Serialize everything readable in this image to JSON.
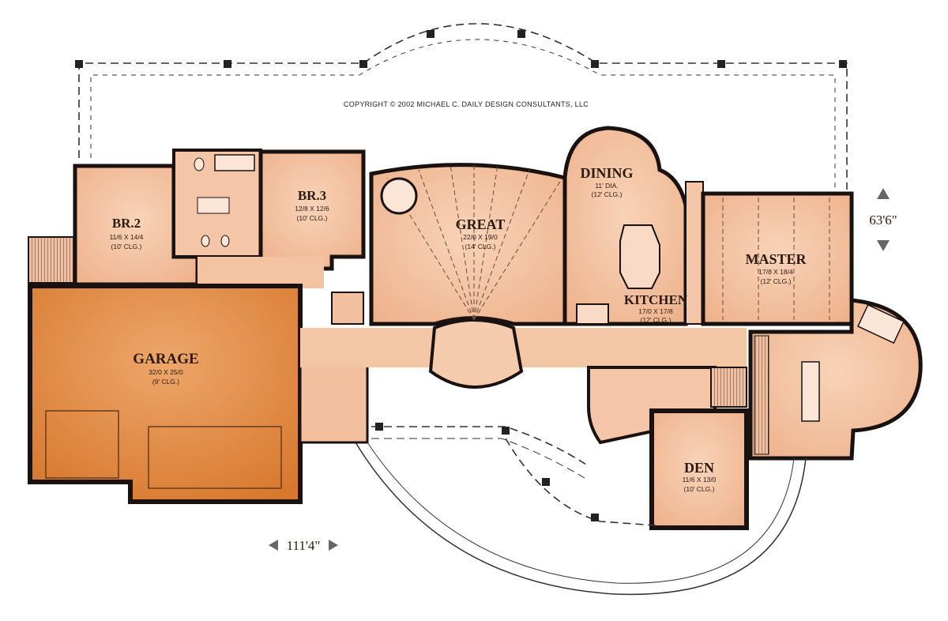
{
  "copyright": "COPYRIGHT © 2002 MICHAEL C. DAILY DESIGN CONSULTANTS, LLC",
  "overall_width": "111'4\"",
  "overall_depth": "63'6\"",
  "rooms": {
    "br2": {
      "name": "BR.2",
      "size": "11/6 X 14/4",
      "ceiling": "(10' CLG.)"
    },
    "br3": {
      "name": "BR.3",
      "size": "12/8 X 12/6",
      "ceiling": "(10' CLG.)"
    },
    "great": {
      "name": "GREAT",
      "size": "22/0 X 19/0",
      "ceiling": "(14' CLG.)"
    },
    "dining": {
      "name": "DINING",
      "size": "11' DIA.",
      "ceiling": "(12' CLG.)"
    },
    "kitchen": {
      "name": "KITCHEN",
      "size": "17/0 X 17/8",
      "ceiling": "(12' CLG.)"
    },
    "master": {
      "name": "MASTER",
      "size": "17/8 X 18/4",
      "ceiling": "(12' CLG.)"
    },
    "garage": {
      "name": "GARAGE",
      "size": "32/0 X 25/0",
      "ceiling": "(9' CLG.)"
    },
    "den": {
      "name": "DEN",
      "size": "11/6 X 13/0",
      "ceiling": "(10' CLG.)"
    }
  },
  "colors": {
    "room_fill": "#f2b894",
    "room_light": "#f6cdb0",
    "garage_fill": "#e0853f",
    "wall": "#1a1210",
    "porch_line": "#333333"
  }
}
